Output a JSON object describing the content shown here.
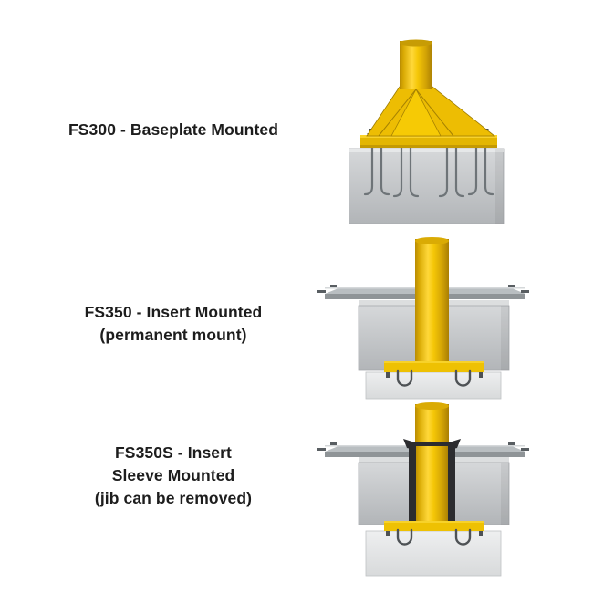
{
  "figure": {
    "rows": [
      {
        "id": "fs300",
        "label_lines": [
          "FS300 - Baseplate Mounted"
        ]
      },
      {
        "id": "fs350",
        "label_lines": [
          "FS350 - Insert Mounted",
          "(permanent mount)"
        ]
      },
      {
        "id": "fs350s",
        "label_lines": [
          "FS350S - Insert",
          "Sleeve Mounted",
          "(jib can be removed)"
        ]
      }
    ],
    "colors": {
      "background": "#ffffff",
      "text": "#1d1d1d",
      "column_yellow": "#f2c301",
      "plate_yellow": "#eec103",
      "plate_yellow_highlight": "#f7d22a",
      "concrete_gray": "#c6c9cb",
      "concrete_gray_light": "#e6e7e8",
      "steel_gray": "#8f9497",
      "steel_gray_light": "#b9bec1",
      "bolt_gray": "#5a5e62",
      "sleeve_black": "#2c2c2f"
    }
  }
}
